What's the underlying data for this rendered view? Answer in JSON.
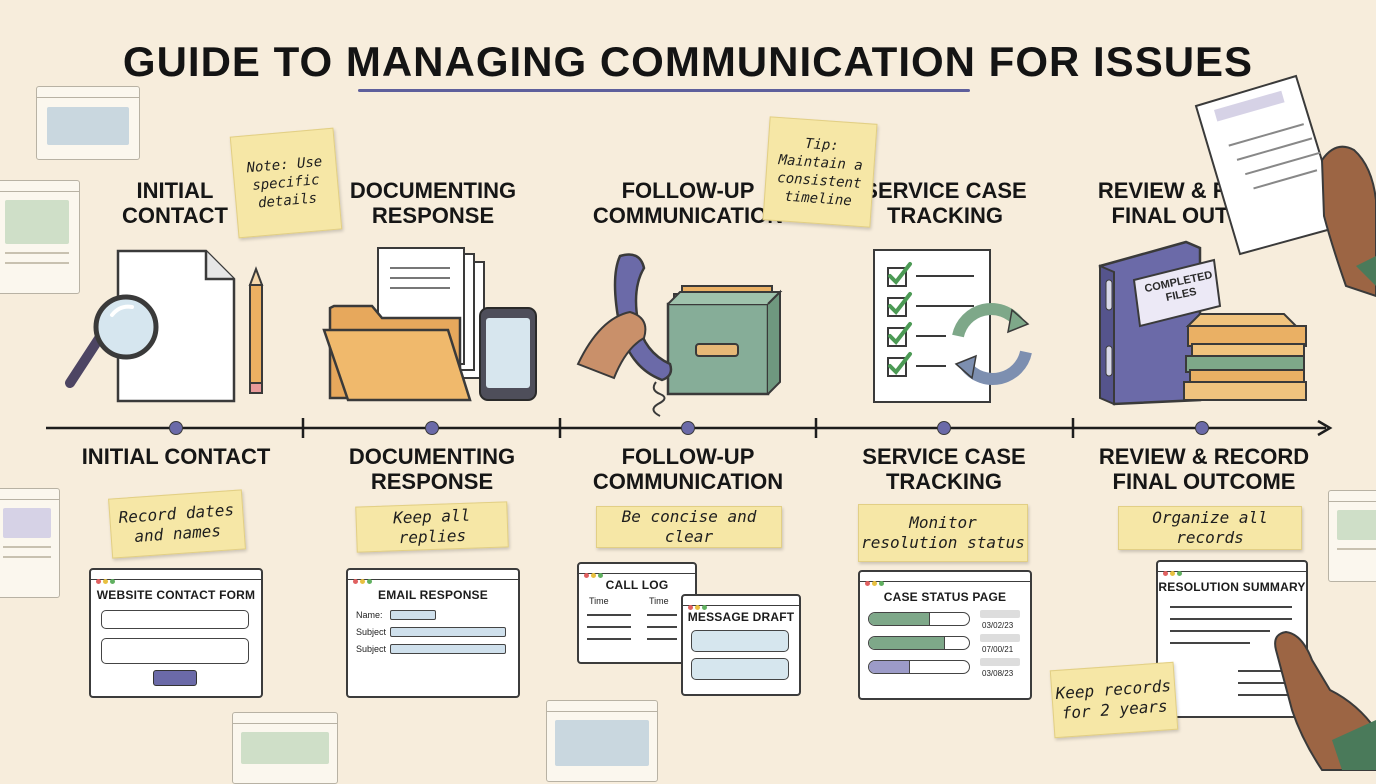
{
  "title": {
    "prefix": "GUIDE TO ",
    "underlined": "MANAGING COMMUNICATION",
    "suffix": " FOR ISSUES"
  },
  "stages": [
    {
      "top_label_line1": "INITIAL",
      "top_label_line2": "CONTACT",
      "bottom_label": "INITIAL CONTACT",
      "note": "Record dates and names"
    },
    {
      "top_label_line1": "DOCUMENTING",
      "top_label_line2": "RESPONSE",
      "bottom_label_line1": "DOCUMENTING",
      "bottom_label_line2": "RESPONSE",
      "note": "Keep all replies"
    },
    {
      "top_label_line1": "FOLLOW-UP",
      "top_label_line2": "COMMUNICATION",
      "bottom_label_line1": "FOLLOW-UP",
      "bottom_label_line2": "COMMUNICATION",
      "note": "Be concise and clear"
    },
    {
      "top_label_line1": "SERVICE CASE",
      "top_label_line2": "TRACKING",
      "bottom_label_line1": "SERVICE CASE",
      "bottom_label_line2": "TRACKING",
      "note": "Monitor resolution status"
    },
    {
      "top_label_line1": "REVIEW & RECORD",
      "top_label_line2": "FINAL OUTCOME",
      "bottom_label_line1": "REVIEW & RECORD",
      "bottom_label_line2": "FINAL OUTCOME",
      "note": "Organize all records"
    }
  ],
  "top_notes": {
    "note1": "Note: Use specific details",
    "note2": "Tip: Maintain a consistent timeline"
  },
  "binder_label": "COMPLETED FILES",
  "side_note": "Keep records for 2 years",
  "windows": {
    "contact_form": {
      "title": "WEBSITE CONTACT FORM"
    },
    "email_response": {
      "title": "EMAIL RESPONSE",
      "field_name": "Name:",
      "field_subject1": "Subject",
      "field_subject2": "Subject"
    },
    "call_log": {
      "title": "CALL LOG",
      "col1": "Time",
      "col2": "Time"
    },
    "message_draft": {
      "title": "MESSAGE DRAFT"
    },
    "case_status": {
      "title": "CASE STATUS PAGE",
      "dates": [
        "03/02/23",
        "07/00/21",
        "03/08/23"
      ],
      "progress": [
        0.6,
        0.75,
        0.4
      ]
    },
    "resolution_summary": {
      "title": "RESOLUTION SUMMARY"
    }
  },
  "colors": {
    "background": "#f7eddc",
    "accent_purple": "#6b6aa8",
    "accent_green": "#7ea889",
    "folder_orange": "#eab064",
    "sticky_yellow": "#f6e7a6"
  }
}
